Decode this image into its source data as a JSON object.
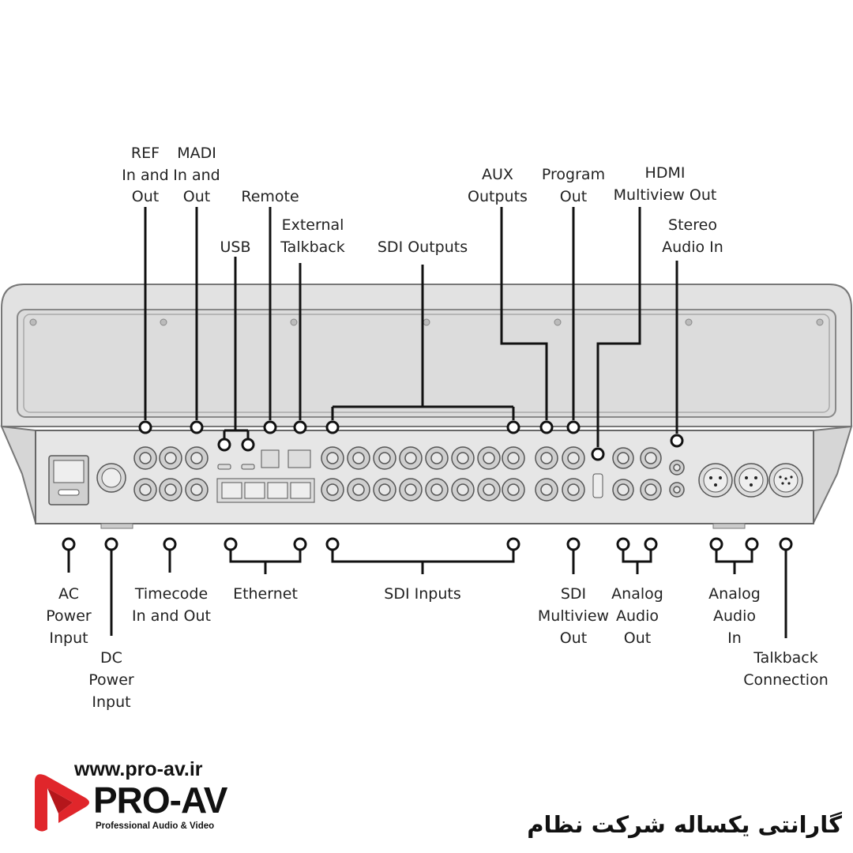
{
  "labels_top": {
    "ref": [
      "REF",
      "In and",
      "Out"
    ],
    "madi": [
      "MADI",
      "In and",
      "Out"
    ],
    "remote": [
      "Remote"
    ],
    "usb": [
      "USB"
    ],
    "external_talkback": [
      "External",
      "Talkback"
    ],
    "sdi_outputs": [
      "SDI Outputs"
    ],
    "aux_outputs": [
      "AUX",
      "Outputs"
    ],
    "program_out": [
      "Program",
      "Out"
    ],
    "hdmi_multiview_out": [
      "HDMI",
      "Multiview Out"
    ],
    "stereo_audio_in": [
      "Stereo",
      "Audio In"
    ]
  },
  "labels_bottom": {
    "ac_power": [
      "AC",
      "Power",
      "Input"
    ],
    "dc_power": [
      "DC",
      "Power",
      "Input"
    ],
    "timecode": [
      "Timecode",
      "In and Out"
    ],
    "ethernet": [
      "Ethernet"
    ],
    "sdi_inputs": [
      "SDI Inputs"
    ],
    "sdi_multiview_out": [
      "SDI",
      "Multiview",
      "Out"
    ],
    "analog_audio_out": [
      "Analog",
      "Audio",
      "Out"
    ],
    "analog_audio_in": [
      "Analog",
      "Audio",
      "In"
    ],
    "talkback_connection": [
      "Talkback",
      "Connection"
    ]
  },
  "branding": {
    "url": "www.pro-av.ir",
    "name": "PRO-AV",
    "tagline": "Professional Audio & Video",
    "warranty": "گارانتی یکساله شرکت نظام",
    "brand_color": "#e0262b"
  }
}
